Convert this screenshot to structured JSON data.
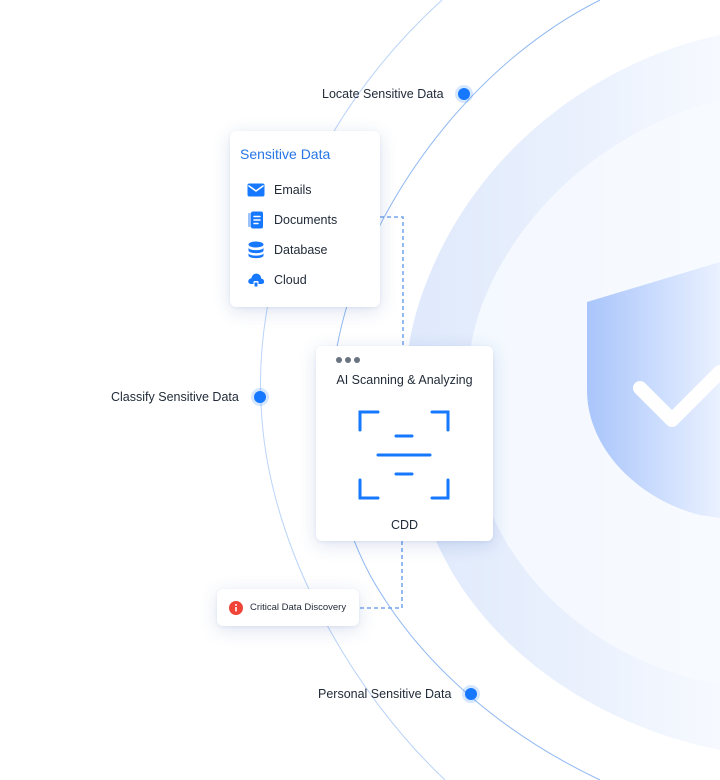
{
  "stages": {
    "locate": "Locate Sensitive Data",
    "classify": "Classify Sensitive Data",
    "personal": "Personal Sensitive Data"
  },
  "sensitive_card": {
    "title": "Sensitive Data",
    "items": [
      {
        "label": "Emails",
        "icon": "mail-icon"
      },
      {
        "label": "Documents",
        "icon": "document-icon"
      },
      {
        "label": "Database",
        "icon": "database-icon"
      },
      {
        "label": "Cloud",
        "icon": "cloud-icon"
      }
    ]
  },
  "ai_card": {
    "title": "AI Scanning & Analyzing",
    "caption": "CDD"
  },
  "alert": {
    "label": "Critical Data Discovery",
    "icon": "info-icon"
  },
  "colors": {
    "accent": "#1677ff",
    "title_blue": "#2776e6",
    "alert_red": "#f04438",
    "shield_light": "#e8f0fd"
  }
}
